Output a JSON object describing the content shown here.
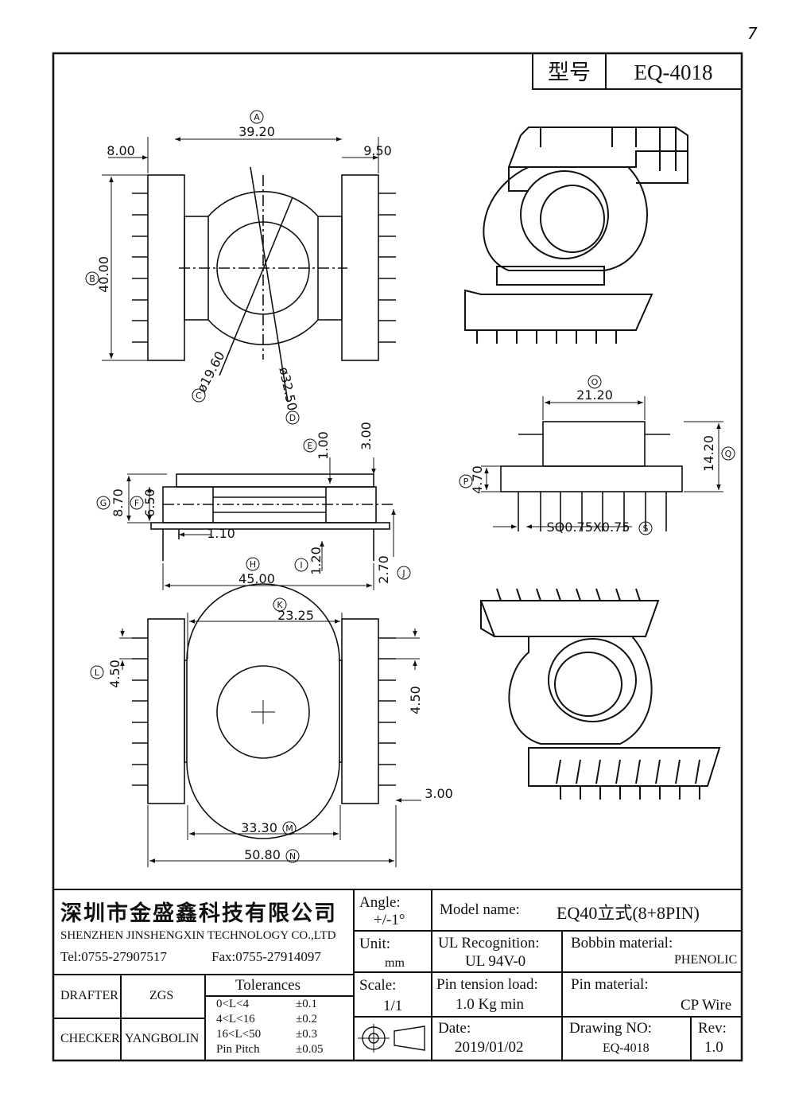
{
  "page_number": "7",
  "header": {
    "model_label": "型号",
    "model_value": "EQ-4018"
  },
  "dims": {
    "a": "39.20",
    "a_left": "8.00",
    "a_right": "9.50",
    "b": "40.00",
    "c": "ø19.60",
    "d": "ø32.50",
    "e": "1.00",
    "e_top": "3.00",
    "f": "6.50",
    "g": "8.70",
    "h": "45.00",
    "i": "1.20",
    "j": "2.70",
    "j_small": "1.10",
    "o": "21.20",
    "p": "4.70",
    "q": "14.20",
    "s": "SQ0.75X0.75",
    "k": "23.25",
    "l": "4.50",
    "l_right": "4.50",
    "m": "33.30",
    "n": "50.80",
    "t": "3.00"
  },
  "markers": [
    "A",
    "B",
    "C",
    "D",
    "E",
    "F",
    "G",
    "H",
    "I",
    "J",
    "K",
    "L",
    "M",
    "N",
    "O",
    "P",
    "Q",
    "S"
  ],
  "title_block": {
    "company_cn": "深圳市金盛鑫科技有限公司",
    "company_en": "SHENZHEN JINSHENGXIN TECHNOLOGY CO.,LTD",
    "tel": "Tel:0755-27907517",
    "fax": "Fax:0755-27914097",
    "angle_label": "Angle:",
    "angle_value": "+/-1°",
    "unit_label": "Unit:",
    "unit_value": "mm",
    "scale_label": "Scale:",
    "scale_value": "1/1",
    "model_name_label": "Model name:",
    "model_name_value": "EQ40立式(8+8PIN)",
    "ul_label": "UL Recognition:",
    "ul_value": "UL 94V-0",
    "bobbin_label": "Bobbin material:",
    "bobbin_value": "PHENOLIC",
    "pin_tension_label": "Pin tension load:",
    "pin_tension_value": "1.0 Kg min",
    "pin_material_label": "Pin material:",
    "pin_material_value": "CP Wire",
    "date_label": "Date:",
    "date_value": "2019/01/02",
    "drawing_no_label": "Drawing NO:",
    "drawing_no_value": "EQ-4018",
    "rev_label": "Rev:",
    "rev_value": "1.0",
    "drafter_label": "DRAFTER",
    "drafter_value": "ZGS",
    "checker_label": "CHECKER",
    "checker_value": "YANGBOLIN",
    "tolerances_title": "Tolerances",
    "tolerances": [
      {
        "range": "0<L<4",
        "value": "±0.1"
      },
      {
        "range": "4<L<16",
        "value": "±0.2"
      },
      {
        "range": "16<L<50",
        "value": "±0.3"
      },
      {
        "range": "Pin Pitch",
        "value": "±0.05"
      }
    ]
  }
}
